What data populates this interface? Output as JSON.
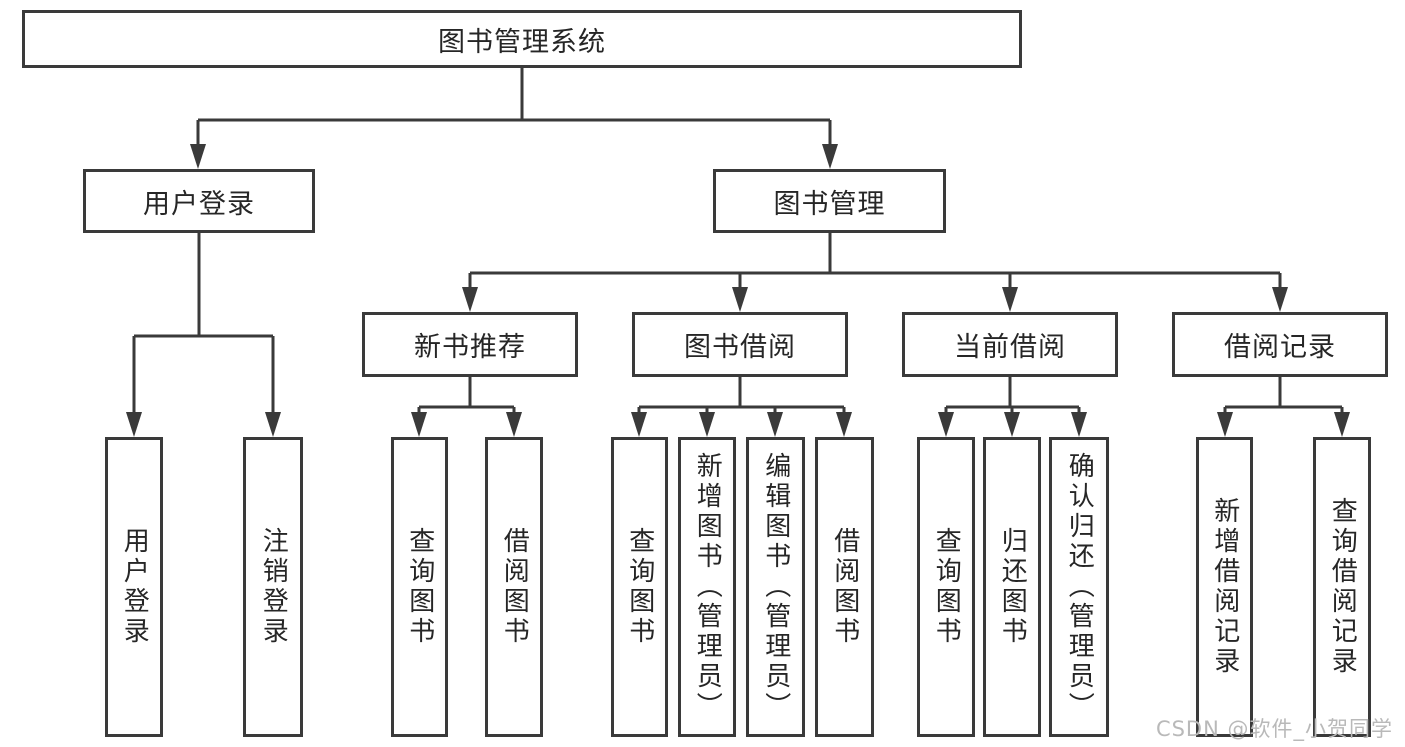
{
  "colors": {
    "line": "#3a3a3a",
    "text": "#262626",
    "background": "#ffffff",
    "watermark": "#b9b9b9"
  },
  "root": {
    "label": "图书管理系统"
  },
  "user_login": {
    "label": "用户登录",
    "children": [
      {
        "label": "用户登录"
      },
      {
        "label": "注销登录"
      }
    ]
  },
  "book_management": {
    "label": "图书管理",
    "sections": [
      {
        "label": "新书推荐",
        "children": [
          {
            "label": "查询图书"
          },
          {
            "label": "借阅图书"
          }
        ]
      },
      {
        "label": "图书借阅",
        "children": [
          {
            "label": "查询图书"
          },
          {
            "label": "新增图书（管理员）"
          },
          {
            "label": "编辑图书（管理员）"
          },
          {
            "label": "借阅图书"
          }
        ]
      },
      {
        "label": "当前借阅",
        "children": [
          {
            "label": "查询图书"
          },
          {
            "label": "归还图书"
          },
          {
            "label": "确认归还（管理员）"
          }
        ]
      },
      {
        "label": "借阅记录",
        "children": [
          {
            "label": "新增借阅记录"
          },
          {
            "label": "查询借阅记录"
          }
        ]
      }
    ]
  },
  "watermark": {
    "text": "CSDN @软件_小贺同学"
  }
}
